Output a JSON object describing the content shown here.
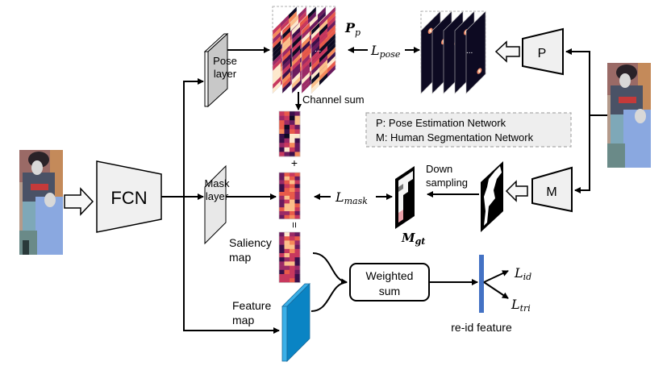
{
  "diagram": {
    "input_image": {
      "description": "person re-id crop with two pedestrians",
      "faces_blurred": true
    },
    "fcn": {
      "label": "FCN"
    },
    "pose_layer": {
      "label_line1": "Pose",
      "label_line2": "layer"
    },
    "mask_layer": {
      "label_line1": "Mask",
      "label_line2": "layer"
    },
    "pose_maps": {
      "label_main": "P",
      "label_sub": "p",
      "ellipsis": "..."
    },
    "pose_loss": {
      "main": "L",
      "sub": "pose"
    },
    "pose_gt_maps": {
      "ellipsis": "..."
    },
    "pose_network": {
      "label": "P"
    },
    "mask_network": {
      "label": "M"
    },
    "channel_sum": {
      "label": "Channel sum"
    },
    "plus_sign": "+",
    "equals_sign": "=",
    "mask_loss": {
      "main": "L",
      "sub": "mask"
    },
    "mask_gt": {
      "main": "M",
      "sub": "gt"
    },
    "down_sampling": {
      "line1": "Down",
      "line2": "sampling"
    },
    "legend": {
      "line1": "P: Pose Estimation Network",
      "line2": "M: Human Segmentation Network"
    },
    "saliency_map": {
      "line1": "Saliency",
      "line2": "map"
    },
    "feature_map": {
      "line1": "Feature",
      "line2": "map"
    },
    "weighted_sum": {
      "line1": "Weighted",
      "line2": "sum"
    },
    "reid_feature": {
      "label": "re-id feature"
    },
    "id_loss": {
      "main": "L",
      "sub": "id"
    },
    "tri_loss": {
      "main": "L",
      "sub": "tri"
    },
    "colors": {
      "stroke": "#000000",
      "box_fill": "#f0f0f0",
      "pose_layer_fill": "#c8c8c8",
      "legend_fill": "#eeeeee",
      "legend_border": "#aaaaaa",
      "feature_map": "#0a84c4",
      "feature_map_light": "#3bb0e8",
      "reid_bar": "#4472c4",
      "heatmap_dark": "#0d0a22"
    }
  }
}
